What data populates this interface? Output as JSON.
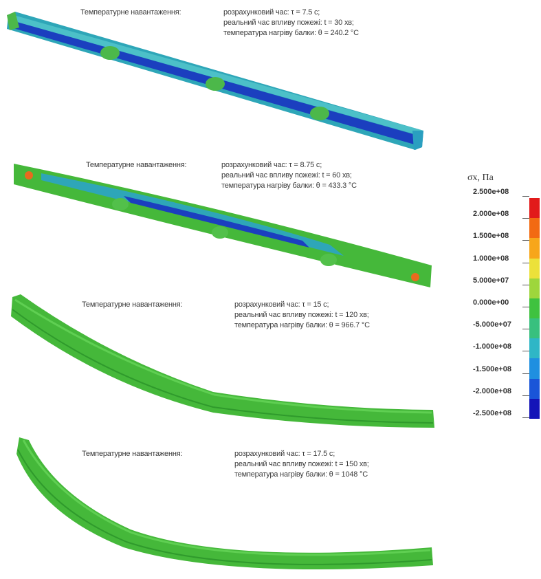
{
  "stages": [
    {
      "prefix": "Температурне навантаження:",
      "lines": [
        "розрахунковий час: τ = 7.5 с;",
        "реальний час впливу пожежі: t = 30 хв;",
        "температура нагріву балки: θ = 240.2 °C"
      ]
    },
    {
      "prefix": "Температурне навантаження:",
      "lines": [
        "розрахунковий час: τ = 8.75 с;",
        "реальний час впливу пожежі: t = 60 хв;",
        "температура нагріву балки: θ = 433.3 °C"
      ]
    },
    {
      "prefix": "Температурне навантаження:",
      "lines": [
        "розрахунковий час: τ = 15 с;",
        "реальний час впливу пожежі: t = 120 хв;",
        "температура нагріву балки: θ = 966.7 °C"
      ]
    },
    {
      "prefix": "Температурне навантаження:",
      "lines": [
        "розрахунковий час: τ = 17.5 с;",
        "реальний час впливу пожежі: t = 150 хв;",
        "температура нагріву балки: θ = 1048 °C"
      ]
    }
  ],
  "legend": {
    "title": "σx, Па",
    "ticks": [
      "2.500e+08",
      "2.000e+08",
      "1.500e+08",
      "1.000e+08",
      "5.000e+07",
      "0.000e+00",
      "-5.000e+07",
      "-1.000e+08",
      "-1.500e+08",
      "-2.000e+08",
      "-2.500e+08"
    ],
    "colors": [
      "#e21a1a",
      "#f26a12",
      "#f7a61a",
      "#ece13a",
      "#9ed63c",
      "#3fc23f",
      "#38c07e",
      "#2fb6c6",
      "#1f8fe0",
      "#1a55d8",
      "#1414b8"
    ]
  },
  "colors": {
    "beam_green": "#45b83a",
    "beam_cyan": "#2ea6b8",
    "beam_blue": "#1b3fbf",
    "hotspot": "#e86a1e"
  }
}
